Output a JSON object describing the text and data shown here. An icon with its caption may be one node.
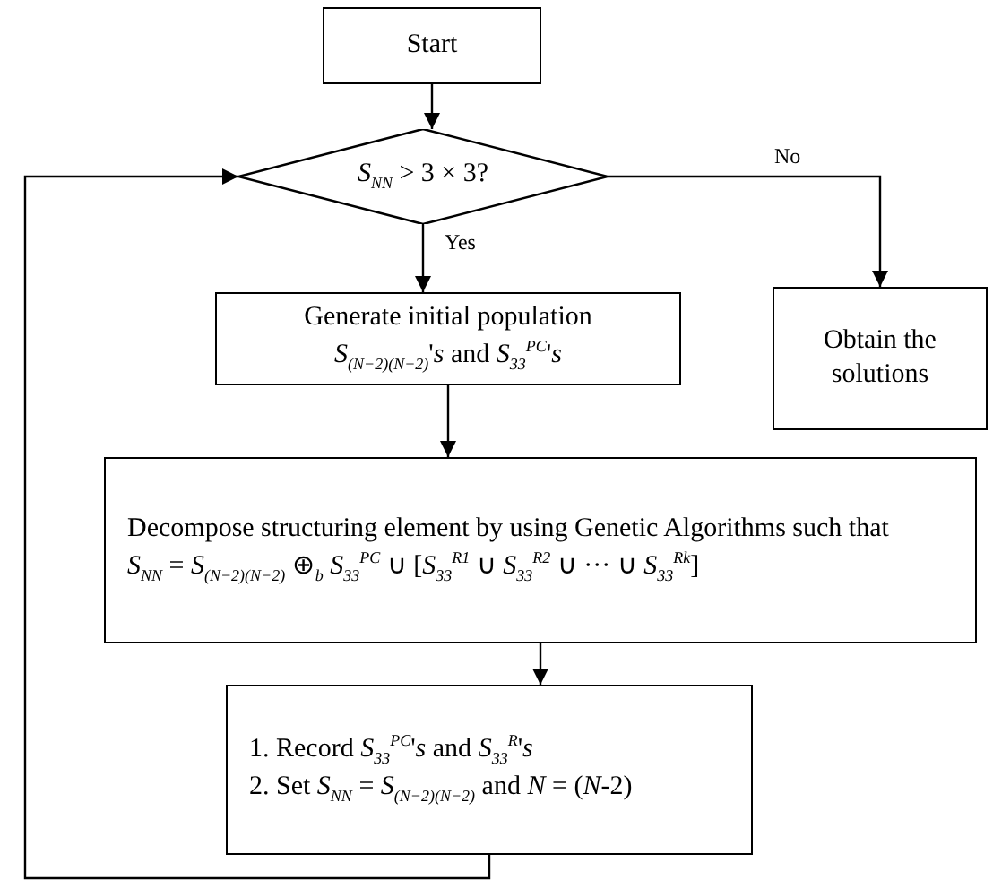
{
  "diagram": {
    "nodes": [
      {
        "text": [
          "Start"
        ]
      },
      {
        "text": [
          "*S*$_{NN}$ > 3 × 3?"
        ]
      },
      {
        "text": [
          "Generate initial population",
          "*S*$_{(N−2)(N−2)}$'*s*  and *S*$_{33}$$^{PC}$'*s*"
        ]
      },
      {
        "text": [
          "Obtain the solutions"
        ]
      },
      {
        "text": [
          "Decompose structuring element by using Genetic Algorithms such that",
          "*S*$_{NN}$ = *S*$_{(N−2)(N−2)}$ ⊕$_{b}$ *S*$_{33}$$^{PC}$ ∪ [*S*$_{33}$$^{R1}$ ∪ *S*$_{33}$$^{R2}$ ∪ ··· ∪ *S*$_{33}$$^{Rk}$]"
        ]
      },
      {
        "text": [
          "1. Record  *S*$_{33}$$^{PC}$'*s*  and  *S*$_{33}$$^{R}$'*s*",
          "2. Set  *S*$_{NN}$ = *S*$_{(N−2)(N−2)}$ and *N* = (*N*-2)"
        ]
      }
    ],
    "edges": [
      {
        "from": 0,
        "to": 1,
        "arrow": "to"
      },
      {
        "from": 1,
        "to": 2,
        "arrow": "to",
        "label": "Yes"
      },
      {
        "from": 1,
        "to": 3,
        "arrow": "to",
        "label": "No"
      },
      {
        "from": 2,
        "to": 4,
        "arrow": "to"
      },
      {
        "from": 4,
        "to": 5,
        "arrow": "to"
      },
      {
        "from": 5,
        "to": 1,
        "arrow": "to"
      }
    ]
  }
}
